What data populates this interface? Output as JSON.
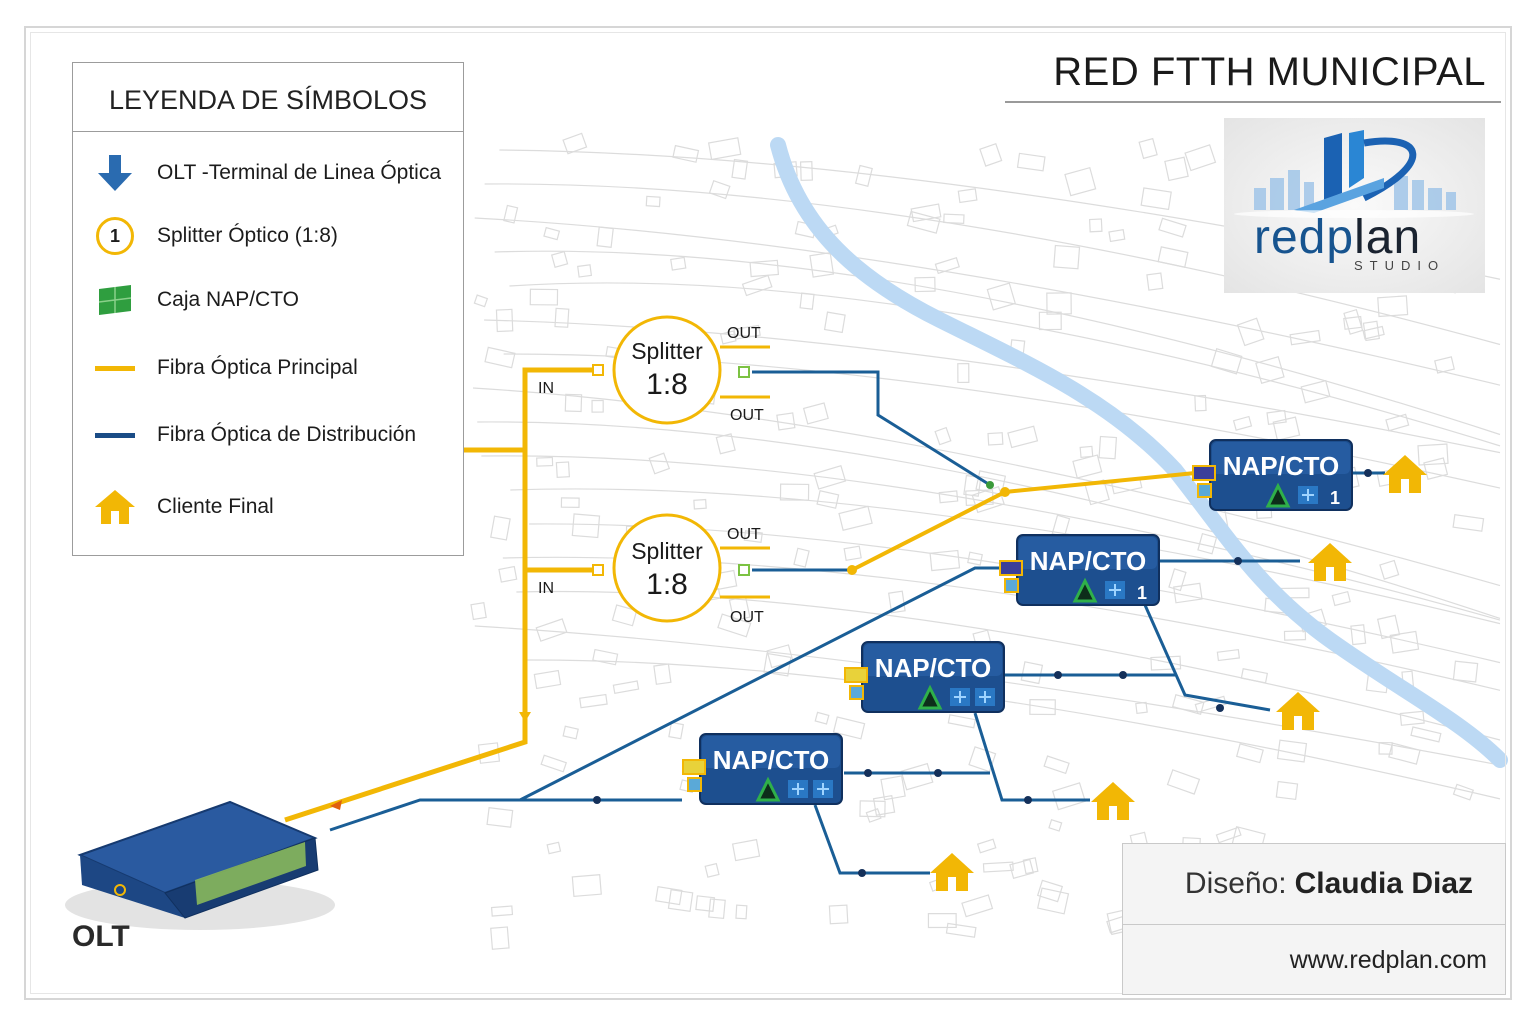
{
  "title": "RED FTTH MUNICIPAL",
  "logo": {
    "brand_part1": "redp",
    "brand_part2": "lan",
    "sub": "STUDIO"
  },
  "legend": {
    "title": "LEYENDA DE SÍMBOLOS",
    "items": [
      {
        "icon": "arrow-down-icon",
        "label": "OLT -Terminal de Linea Óptica"
      },
      {
        "icon": "splitter-icon",
        "icon_text": "1",
        "label": "Splitter Óptico (1:8)"
      },
      {
        "icon": "nap-box-icon",
        "label": "Caja NAP/CTO"
      },
      {
        "icon": "yellow-line-icon",
        "label": "Fibra Óptica Principal"
      },
      {
        "icon": "blue-line-icon",
        "label": "Fibra Óptica de Distribución"
      },
      {
        "icon": "house-icon",
        "label": "Cliente Final"
      }
    ]
  },
  "splitters": [
    {
      "name": "Splitter",
      "ratio": "1:8",
      "in": "IN",
      "out1": "OUT",
      "out2": "OUT"
    },
    {
      "name": "Splitter",
      "ratio": "1:8",
      "in": "IN",
      "out1": "OUT",
      "out2": "OUT"
    }
  ],
  "naps": [
    {
      "label": "NAP/CTO",
      "count": "1"
    },
    {
      "label": "NAP/CTO",
      "count": "1"
    },
    {
      "label": "NAP/CTO"
    },
    {
      "label": "NAP/CTO"
    }
  ],
  "olt_label": "OLT",
  "designer": {
    "prefix": "Diseño:",
    "name": "Claudia Diaz",
    "website": "www.redplan.com"
  },
  "colors": {
    "main_fiber": "#f2b705",
    "distribution_fiber": "#1a5e96",
    "nap": "#1d4f8f",
    "house": "#f2b705",
    "river": "#b9d8f5"
  }
}
